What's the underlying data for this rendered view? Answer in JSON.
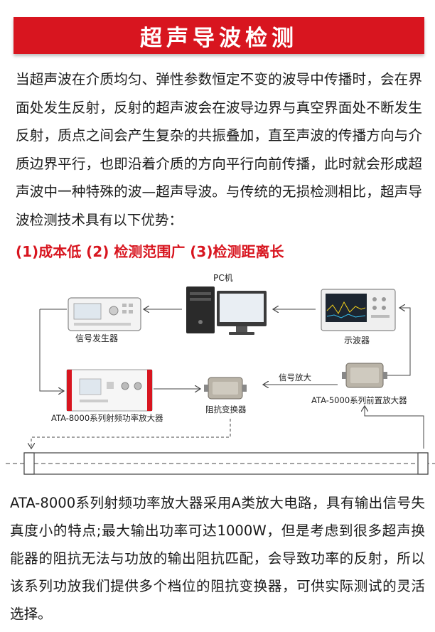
{
  "banner": {
    "title": "超声导波检测"
  },
  "intro": "当超声波在介质均匀、弹性参数恒定不变的波导中传播时，会在界面处发生反射，反射的超声波会在波导边界与真空界面处不断发生反射，质点之间会产生复杂的共振叠加，直至声波的传播方向与介质边界平行，也即沿着介质的方向平行向前传播，此时就会形成超声波中一种特殊的波—超声导波。与传统的无损检测相比，超声导波检测技术具有以下优势：",
  "advantages": "(1)成本低 (2) 检测范围广 (3)检测距离长",
  "diagram": {
    "pc_label": "PC机",
    "signal_generator_label": "信号发生器",
    "oscilloscope_label": "示波器",
    "power_amp_label": "ATA-8000系列射频功率放大器",
    "impedance_label": "阻抗变换器",
    "preamp_label": "ATA-5000系列前置放大器",
    "signal_amp_label": "信号放大"
  },
  "description": "ATA-8000系列射频功率放大器采用A类放大电路，具有输出信号失真度小的特点;最大输出功率可达1000W，但是考虑到很多超声换能器的阻抗无法与功放的输出阻抗匹配，会导致功率的反射，所以该系列功放我们提供多个档位的阻抗变换器，可供实际测试的灵活选择。",
  "colors": {
    "accent": "#d8151f",
    "text": "#1a1a1a"
  }
}
